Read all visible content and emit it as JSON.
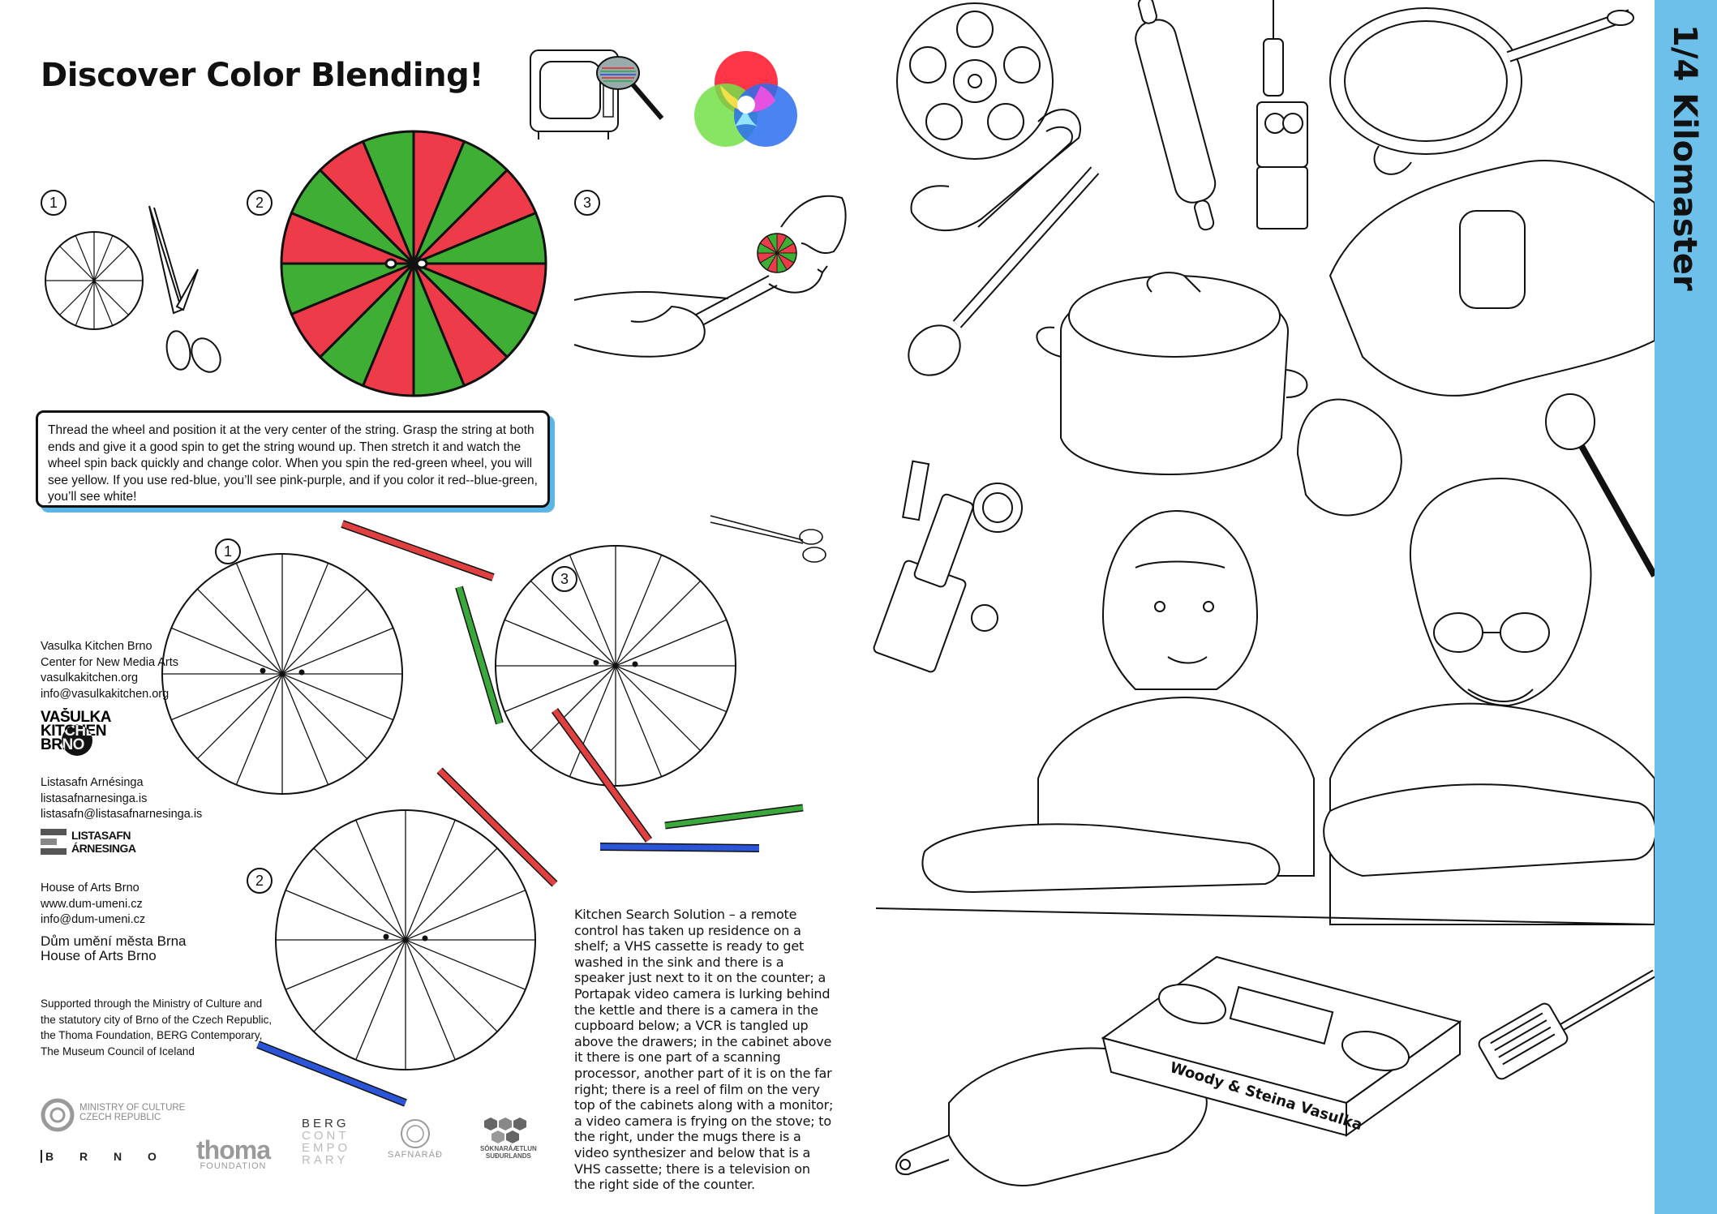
{
  "title": "Discover Color Blending!",
  "steps_top": [
    "1",
    "2",
    "3"
  ],
  "steps_bottom": [
    "1",
    "2",
    "3"
  ],
  "instructions": "Thread the wheel and position it at the very center of the string. Grasp the string at both ends and give it a good spin to get the string wound up. Then stretch it and watch the wheel spin back quickly and change color. When you spin the red-green wheel, you will see yellow. If you use red-blue, you’ll see pink-purple, and if you color it red--blue-green, you’ll see white!",
  "contacts": {
    "vasulka": [
      "Vasulka Kitchen Brno",
      "Center for New Media Arts",
      "vasulkakitchen.org",
      "info@vasulkakitchen.org"
    ],
    "vasulka_logo": [
      "VAŠULKA",
      "KITCHEN",
      "BRNO"
    ],
    "listasafn": [
      "Listasafn Arnésinga",
      "listasafnarnesinga.is",
      "listasafn@listasafnarnesinga.is"
    ],
    "listasafn_logo": [
      "LISTASAFN",
      "ÁRNESINGA"
    ],
    "dum": [
      "House of Arts Brno",
      "www.dum-umeni.cz",
      "info@dum-umeni.cz"
    ],
    "dum_logo": [
      "Dům umění města Brna",
      "House of Arts Brno"
    ]
  },
  "supported": "Supported through the Ministry of Culture and the statutory city of Brno of the Czech Republic, the Thoma Foundation, BERG Contemporary, The Museum Council of Iceland",
  "sponsors": {
    "ministry": [
      "MINISTRY OF CULTURE",
      "CZECH REPUBLIC"
    ],
    "brno": "B R N O",
    "thoma": [
      "thoma",
      "FOUNDATION"
    ],
    "berg": [
      "BERG",
      "CONT",
      "EMPO",
      "RARY"
    ],
    "safnarad": "SAFNARÁÐ",
    "soknar": [
      "SÓKNARÁÆTLUN",
      "SUÐURLANDS"
    ]
  },
  "kitchen_text": "Kitchen Search Solution – a remote control has taken up residence on a shelf; a VHS cassette is ready to get washed in the sink and there is a speaker just next to it on the counter; a Portapak video camera is lurking behind the kettle and there is a camera in the cupboard below; a VCR is tangled up above the drawers; in the cabinet above it there is one part of a scanning processor, another part of it is on the far right; there is a reel of film on the very top of the cabinets along with a monitor; a video camera is frying on the stove; to the right, under the mugs there is a video synthesizer and below that is a VHS cassette; there is a television on the right side of the counter.",
  "vhs_label": "Woody & Steina Vasulka",
  "sidebar_title": "1/4 Kilomaster",
  "colors": {
    "accent_blue": "#6cc0ea",
    "wheel_red": "#ee3b4a",
    "wheel_green": "#3fae35",
    "rgb_red": "#ff2a3d",
    "rgb_green": "#73e048",
    "rgb_blue": "#2a6ff0"
  }
}
